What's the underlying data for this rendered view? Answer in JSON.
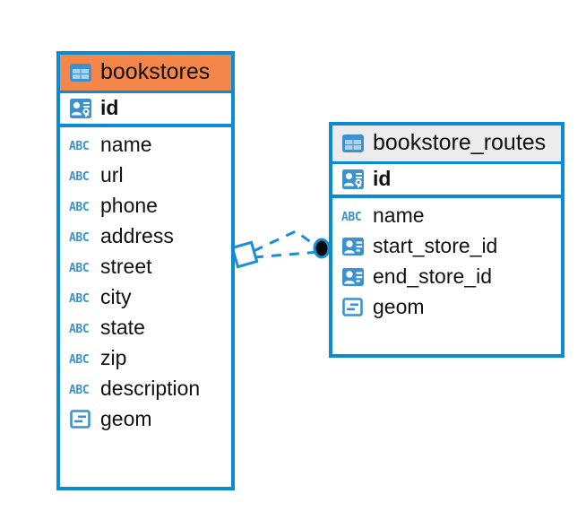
{
  "diagram": {
    "type": "entity-relationship-diagram",
    "background": "#FFFFFF",
    "accent_blue": "#0A8BD2",
    "selected_header_color": "#F5864A",
    "unselected_header_color": "#ECECEC",
    "icon_blue": "#3C92CF",
    "text_color": "#111111"
  },
  "tables": [
    {
      "name": "bookstores",
      "selected": true,
      "header_color": "#F5864A",
      "header_icon": "table-grid-icon",
      "primary_key": {
        "label": "id",
        "icon": "primary-key-card-icon",
        "type": "key"
      },
      "fields": [
        {
          "label": "name",
          "icon": "abc-text-icon",
          "type": "text"
        },
        {
          "label": "url",
          "icon": "abc-text-icon",
          "type": "text"
        },
        {
          "label": "phone",
          "icon": "abc-text-icon",
          "type": "text"
        },
        {
          "label": "address",
          "icon": "abc-text-icon",
          "type": "text"
        },
        {
          "label": "street",
          "icon": "abc-text-icon",
          "type": "text"
        },
        {
          "label": "city",
          "icon": "abc-text-icon",
          "type": "text"
        },
        {
          "label": "state",
          "icon": "abc-text-icon",
          "type": "text"
        },
        {
          "label": "zip",
          "icon": "abc-text-icon",
          "type": "text"
        },
        {
          "label": "description",
          "icon": "abc-text-icon",
          "type": "text"
        },
        {
          "label": "geom",
          "icon": "geometry-blob-icon",
          "type": "geometry"
        }
      ]
    },
    {
      "name": "bookstore_routes",
      "selected": false,
      "header_color": "#ECECEC",
      "header_icon": "table-grid-icon",
      "primary_key": {
        "label": "id",
        "icon": "primary-key-card-icon",
        "type": "key"
      },
      "fields": [
        {
          "label": "name",
          "icon": "abc-text-icon",
          "type": "text"
        },
        {
          "label": "start_store_id",
          "icon": "foreign-key-card-icon",
          "type": "foreign-key"
        },
        {
          "label": "end_store_id",
          "icon": "foreign-key-card-icon",
          "type": "foreign-key"
        },
        {
          "label": "geom",
          "icon": "geometry-blob-icon",
          "type": "geometry"
        }
      ]
    }
  ],
  "relationship": {
    "from_table": "bookstores",
    "to_table": "bookstore_routes",
    "line_style": "dashed",
    "line_color": "#1B8FD4",
    "source_marker": "diamond-outline-marker",
    "target_marker": "filled-circle-marker"
  }
}
